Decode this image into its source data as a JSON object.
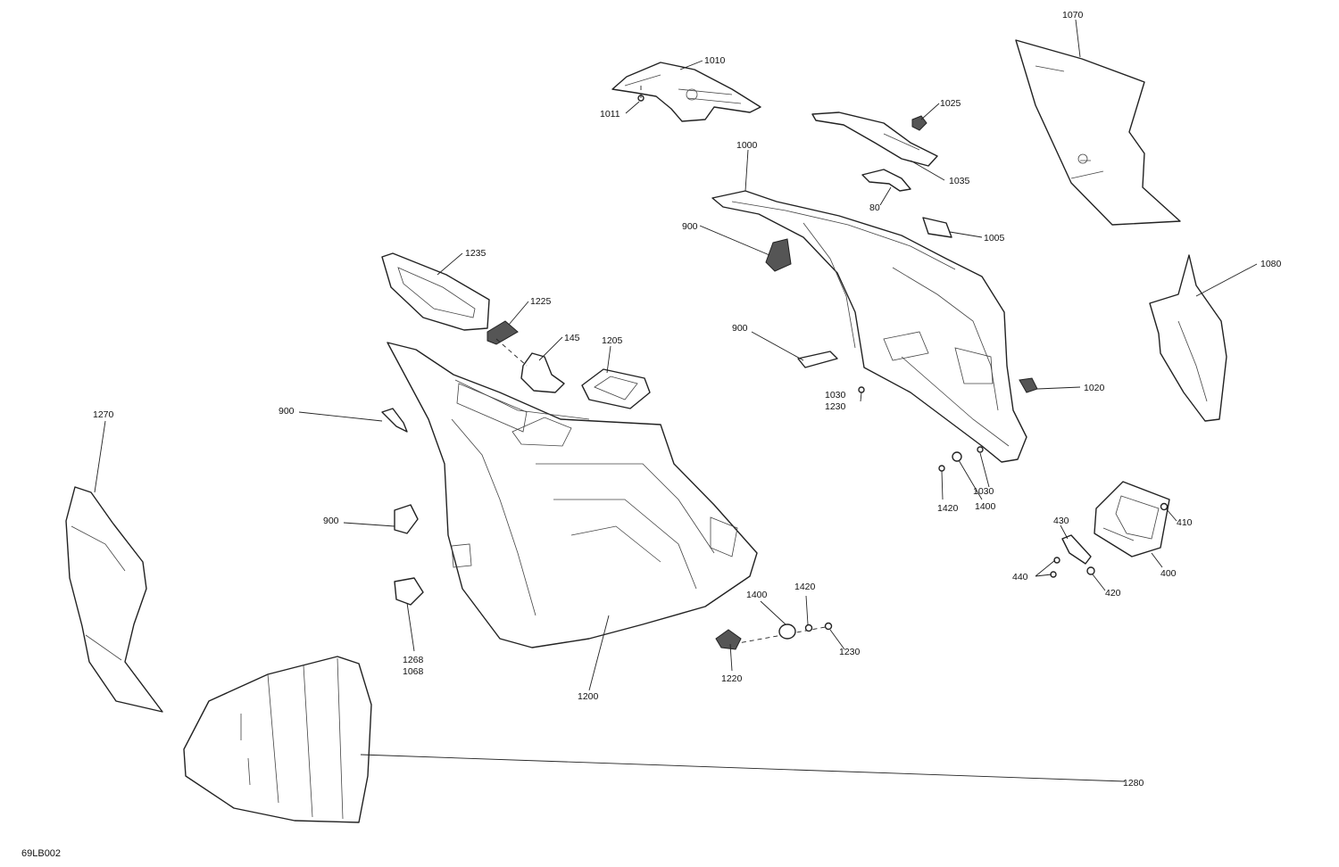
{
  "diagram": {
    "reference": "69LB002",
    "callouts": [
      "1070",
      "1010",
      "1011",
      "1025",
      "1000",
      "1035",
      "80",
      "1005",
      "900",
      "1080",
      "1235",
      "1225",
      "145",
      "1205",
      "900",
      "1030",
      "1230",
      "1020",
      "1270",
      "900",
      "1030",
      "1420",
      "1400",
      "900",
      "430",
      "410",
      "440",
      "420",
      "400",
      "1400",
      "1420",
      "1268",
      "1068",
      "1230",
      "1220",
      "1200",
      "1280"
    ]
  }
}
